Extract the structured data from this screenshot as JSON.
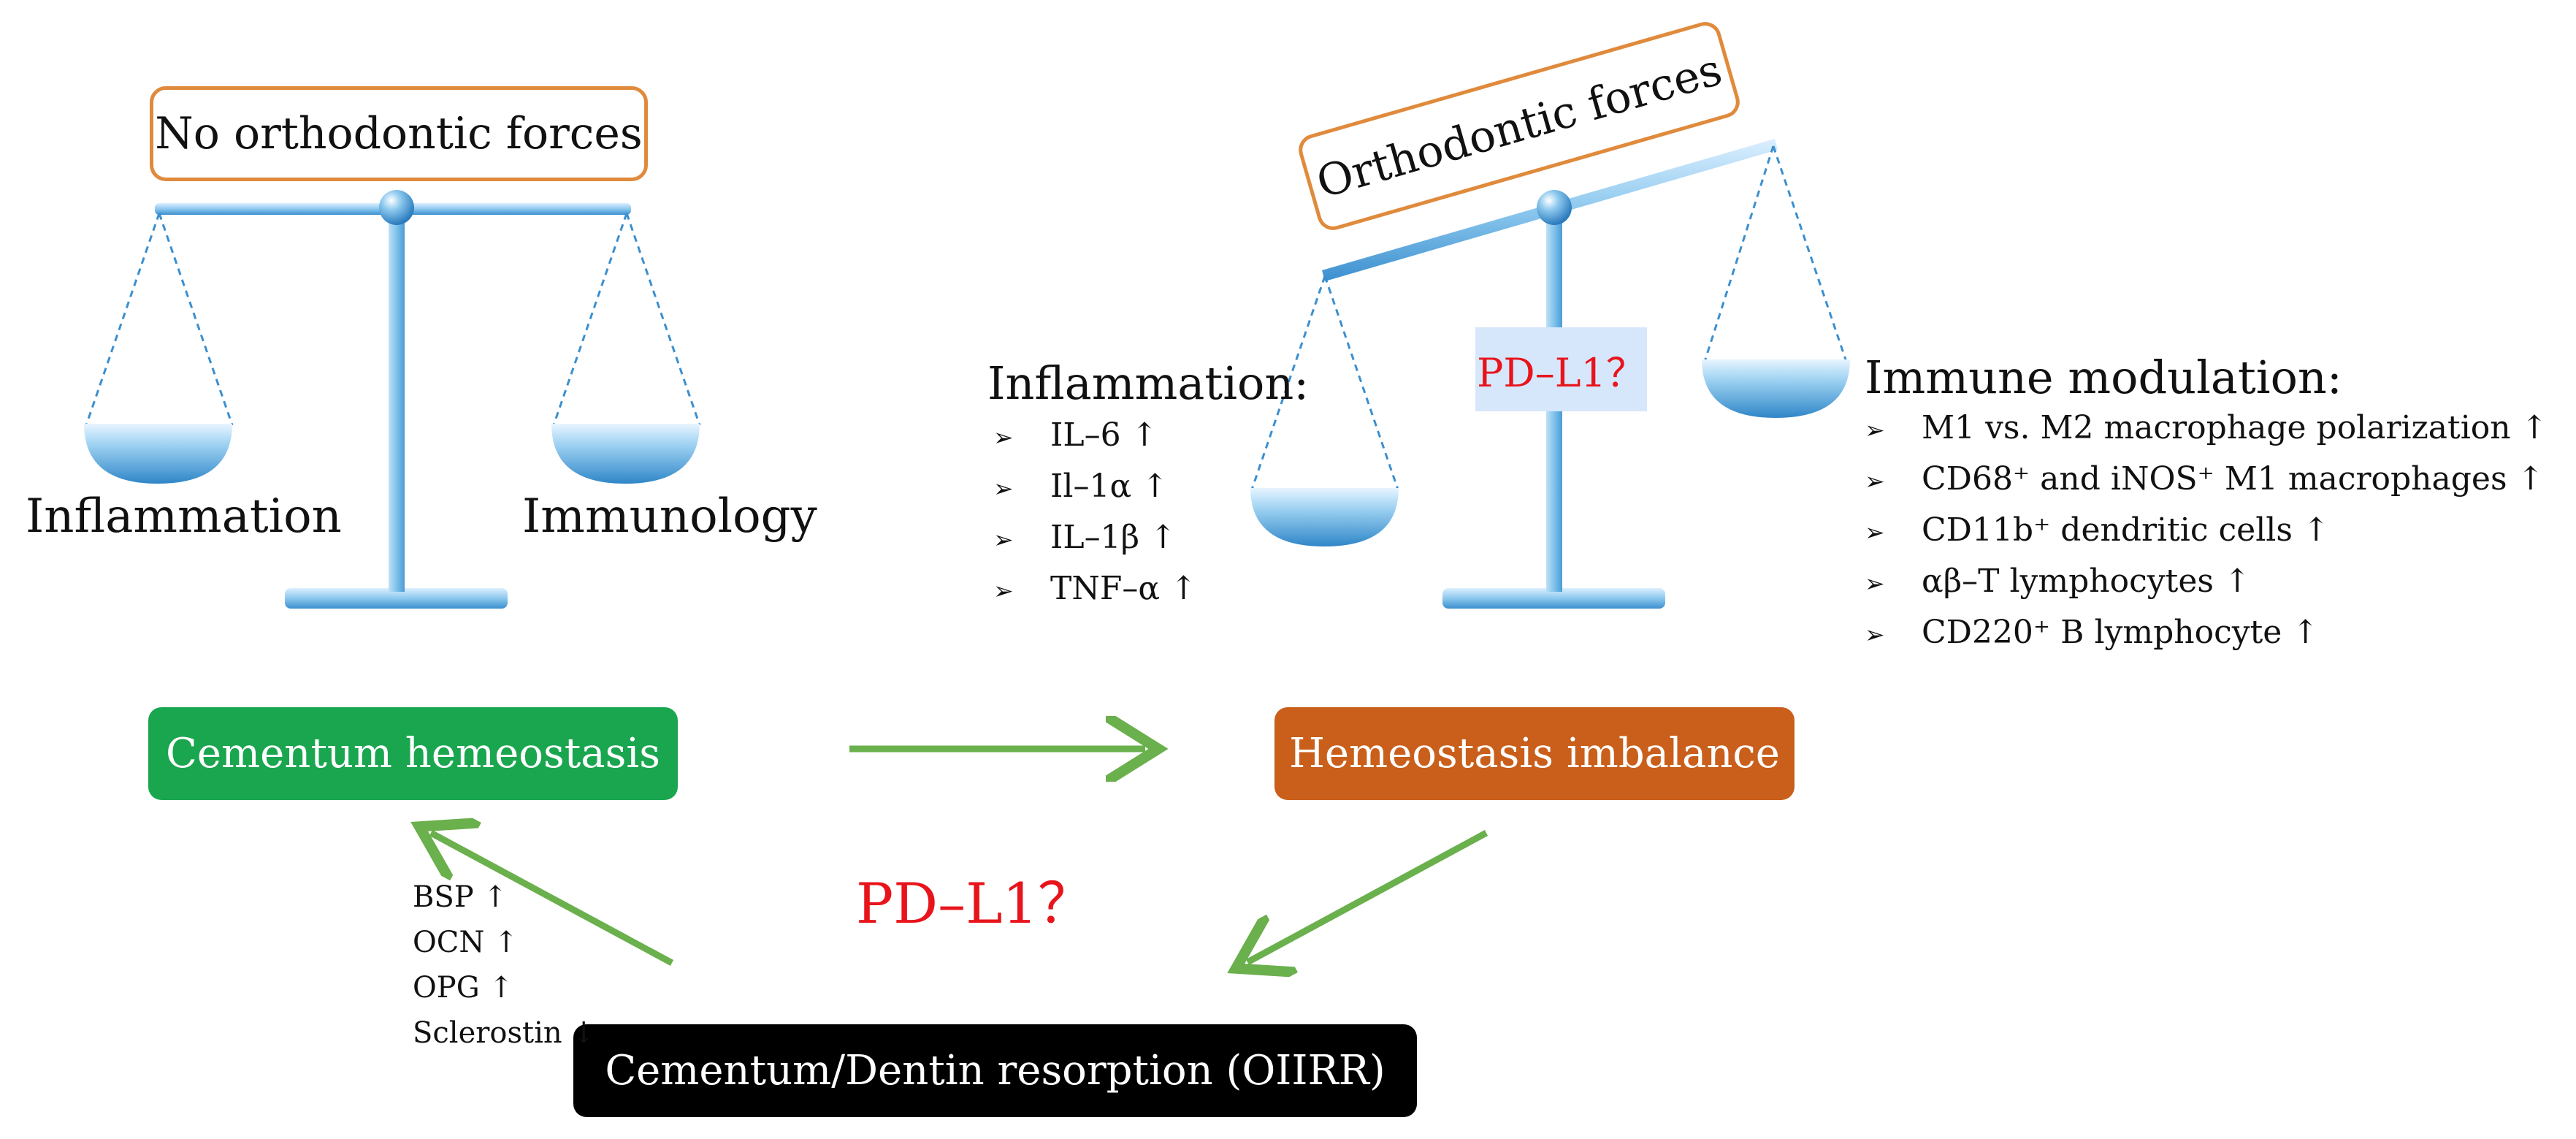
{
  "colors": {
    "scale_blue": "#7fc2ea",
    "scale_blue_dark": "#3b8fcf",
    "label_border": "#e08a3c",
    "arrow_green": "#6ab04c",
    "pill_green": "#1aa64f",
    "pill_orange": "#c95f1b",
    "pill_black": "#000000",
    "question_red": "#e8141b"
  },
  "left_scale": {
    "label": "No orthodontic forces",
    "pan_left": "Inflammation",
    "pan_right": "Immunology"
  },
  "right_scale": {
    "label": "Orthodontic forces",
    "center_tag": "PD–L1？"
  },
  "inflammation_list": {
    "heading": "Inflammation:",
    "items": [
      "IL–6 ↑",
      "Il–1α ↑",
      "IL–1β ↑",
      "TNF–α ↑"
    ]
  },
  "immune_list": {
    "heading": "Immune modulation:",
    "items": [
      "M1 vs. M2 macrophage polarization ↑",
      "CD68⁺ and iNOS⁺ M1 macrophages ↑",
      "CD11b⁺ dendritic cells ↑",
      "αβ–T lymphocytes ↑",
      "CD220⁺ B lymphocyte ↑"
    ]
  },
  "nodes": {
    "homeostasis": "Cementum hemeostasis",
    "imbalance": "Hemeostasis imbalance",
    "resorption": "Cementum/Dentin resorption (OIIRR)"
  },
  "center_question": "PD–L1？",
  "markers": [
    "BSP ↑",
    "OCN ↑",
    "OPG ↑",
    "Sclerostin ↓"
  ],
  "bullet_symbol": "➢"
}
